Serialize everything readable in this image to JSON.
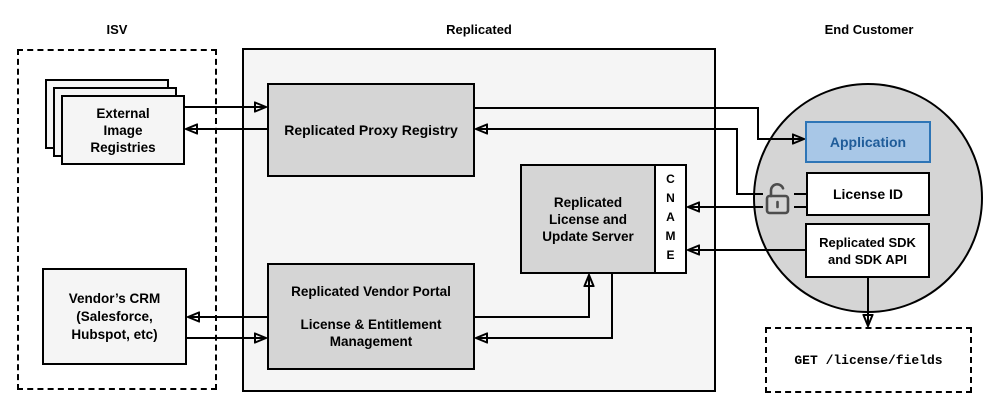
{
  "sections": {
    "isv": {
      "label": "ISV"
    },
    "replicated": {
      "label": "Replicated"
    },
    "end_customer": {
      "label": "End Customer"
    }
  },
  "nodes": {
    "external_registries": {
      "lines": [
        "External",
        "Image",
        "Registries"
      ]
    },
    "vendors_crm": {
      "lines": [
        "Vendor’s CRM",
        "(Salesforce,",
        "Hubspot, etc)"
      ]
    },
    "proxy_registry": {
      "label": "Replicated Proxy Registry"
    },
    "license_update_server": {
      "lines": [
        "Replicated",
        "License and",
        "Update Server"
      ],
      "cname": "CNAME"
    },
    "vendor_portal": {
      "title": "Replicated Vendor Portal",
      "lines": [
        "License & Entitlement",
        "Management"
      ]
    },
    "application": {
      "label": "Application"
    },
    "license_id": {
      "label": "License ID"
    },
    "replicated_sdk": {
      "lines": [
        "Replicated SDK",
        "and SDK API"
      ]
    },
    "get_endpoint": {
      "label": "GET /license/fields"
    }
  },
  "icons": {
    "lock": "open-padlock-icon"
  },
  "colors": {
    "node_gray": "#d5d5d5",
    "container_gray": "#f5f5f5",
    "app_fill": "#a8c7e7",
    "app_border": "#2e75b6",
    "app_text": "#1f5c99",
    "line": "#000000",
    "lock_stroke": "#4d4d4d"
  }
}
